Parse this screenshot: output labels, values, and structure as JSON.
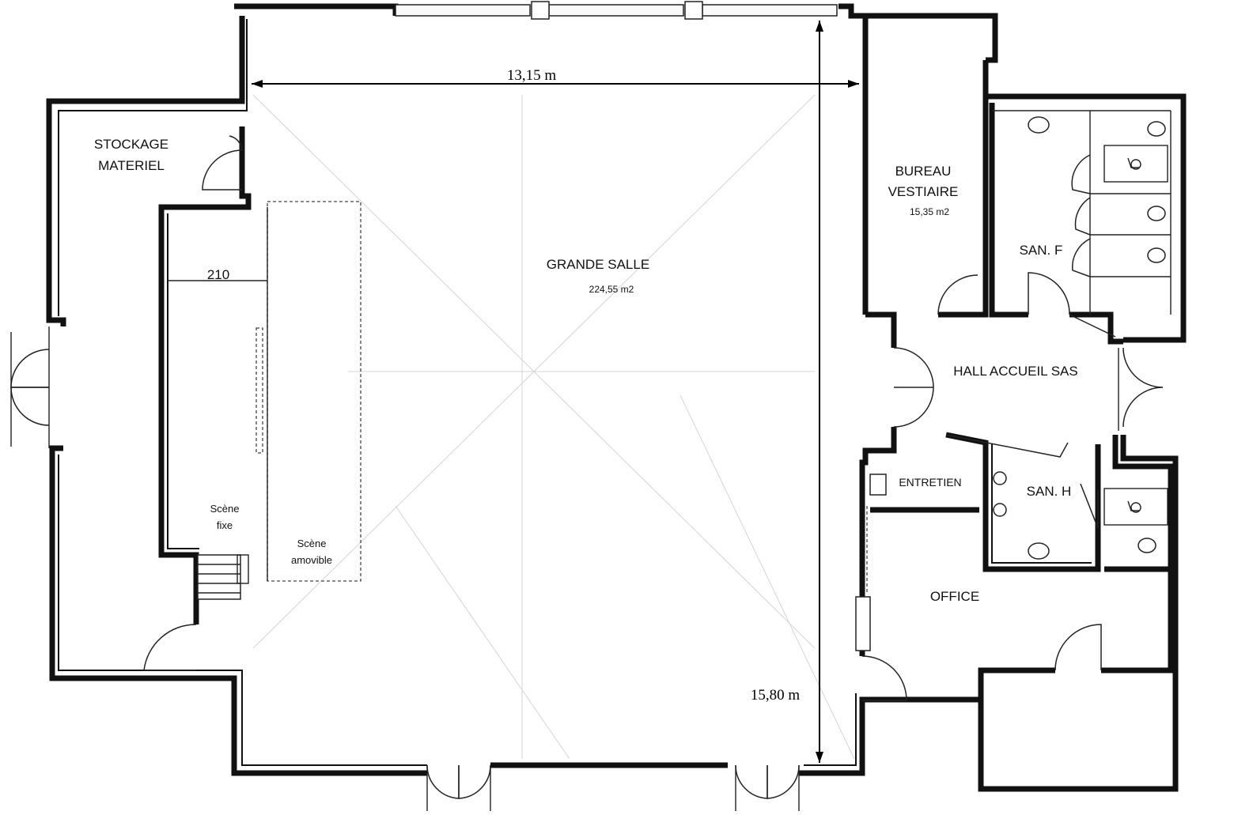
{
  "rooms": {
    "stockage_line1": "STOCKAGE",
    "stockage_line2": "MATERIEL",
    "grande_salle": "GRANDE SALLE",
    "grande_salle_area": "224,55 m2",
    "bureau_line1": "BUREAU",
    "bureau_line2": "VESTIAIRE",
    "bureau_area": "15,35 m2",
    "san_f": "SAN. F",
    "hall": "HALL ACCUEIL SAS",
    "entretien": "ENTRETIEN",
    "san_h": "SAN. H",
    "office": "OFFICE",
    "scene_fixe_line1": "Scène",
    "scene_fixe_line2": "fixe",
    "scene_amovible_line1": "Scène",
    "scene_amovible_line2": "amovible"
  },
  "dimensions": {
    "width": "13,15 m",
    "height": "15,80 m",
    "stage_depth": "210"
  }
}
